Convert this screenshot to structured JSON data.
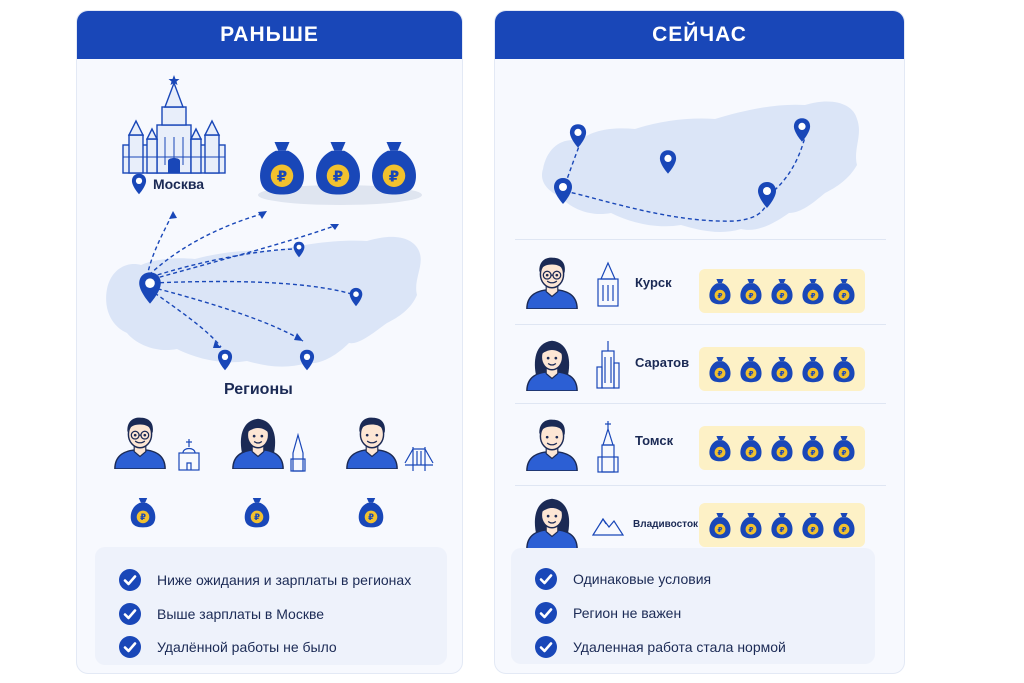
{
  "left": {
    "header": "РАНЬШЕ",
    "city_label": "Москва",
    "regions_title": "Регионы",
    "checks": [
      "Ниже ожидания и зарплаты в регионах",
      "Выше зарплаты в Москве",
      "Удалённой работы не было"
    ]
  },
  "right": {
    "header": "СЕЙЧАС",
    "rows": [
      {
        "city": "Курск"
      },
      {
        "city": "Саратов"
      },
      {
        "city": "Томск"
      },
      {
        "city": "Владивосток"
      }
    ],
    "checks": [
      "Одинаковые условия",
      "Регион не важен",
      "Удаленная работа стала нормой"
    ]
  },
  "colors": {
    "brand_blue": "#1947b8",
    "map_fill": "#dbe5f7",
    "money_yellow": "#f2c12e",
    "strip_bg": "#fdf1c6"
  },
  "icons": {
    "kremlin": "kremlin-icon",
    "money_bag": "money-bag-icon",
    "map_pin": "map-pin-icon",
    "check": "check-icon",
    "person": "person-icon"
  }
}
